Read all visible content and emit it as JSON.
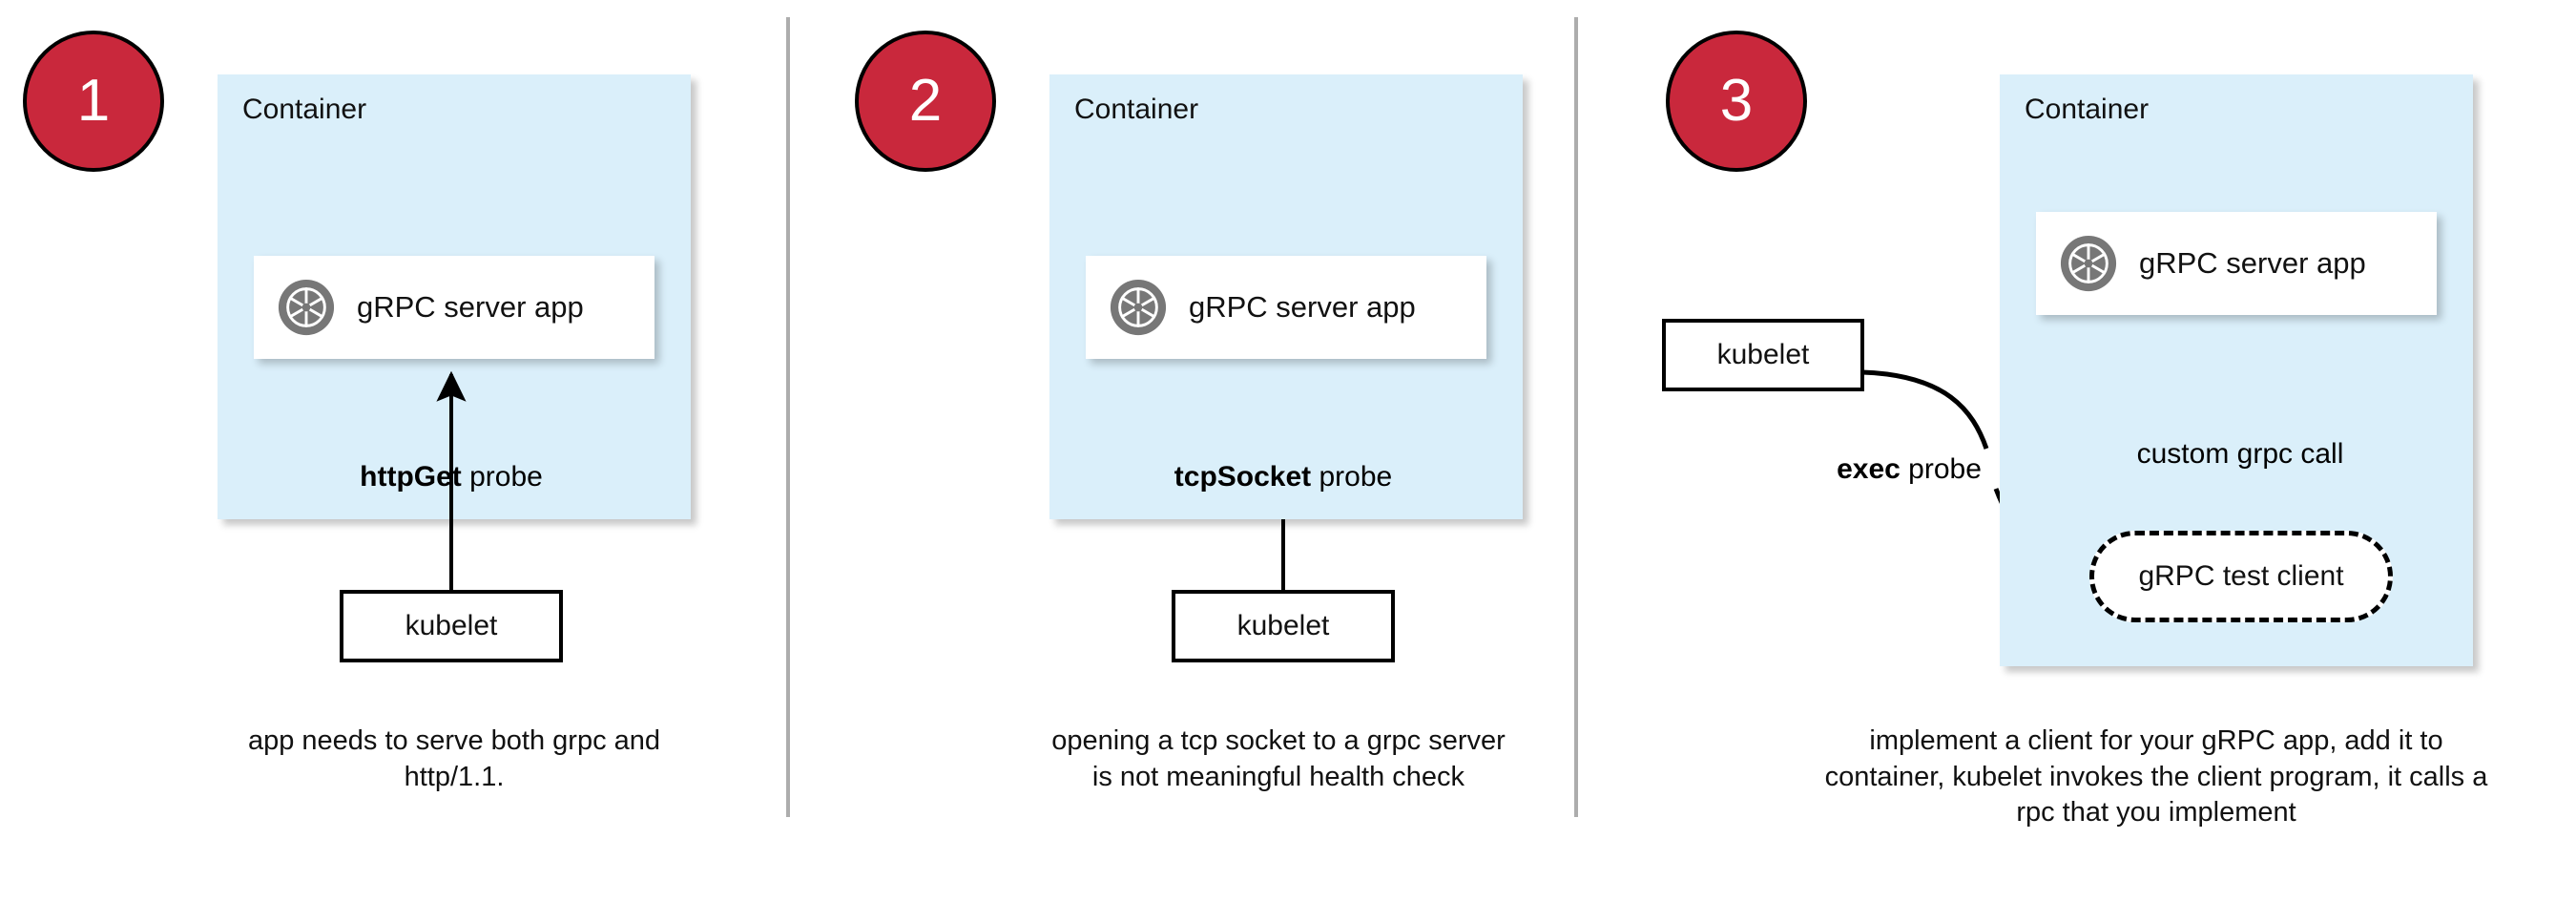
{
  "diagram": {
    "title_context": "Kubernetes gRPC health-check probe approaches",
    "colors": {
      "badge_fill": "#C9283C",
      "badge_border": "#000000",
      "badge_text": "#FFFFFF",
      "container_fill": "#DAEFFA",
      "app_card_fill": "#FFFFFF",
      "divider": "#ADADAD",
      "stroke": "#000000",
      "grpc_icon": "#777777"
    },
    "dividers": [
      {
        "name": "divider-1-2"
      },
      {
        "name": "divider-2-3"
      }
    ],
    "panels": [
      {
        "number": "1",
        "container_label": "Container",
        "app_label": "gRPC server app",
        "app_icon": "grpc-shutter-icon",
        "probe_label_bold": "httpGet",
        "probe_label_rest": " probe",
        "kubelet_label": "kubelet",
        "caption": "app needs to serve both grpc and http/1.1."
      },
      {
        "number": "2",
        "container_label": "Container",
        "app_label": "gRPC server app",
        "app_icon": "grpc-shutter-icon",
        "probe_label_bold": "tcpSocket",
        "probe_label_rest": " probe",
        "kubelet_label": "kubelet",
        "caption": "opening a tcp socket to a grpc server is not meaningful health check"
      },
      {
        "number": "3",
        "container_label": "Container",
        "app_label": "gRPC server app",
        "app_icon": "grpc-shutter-icon",
        "probe_label_bold": "exec",
        "probe_label_rest": " probe",
        "kubelet_label": "kubelet",
        "client_label": "gRPC test client",
        "call_label": "custom grpc call",
        "caption": "implement a client for your gRPC app, add it to container, kubelet invokes the client program, it calls a rpc that you implement"
      }
    ]
  }
}
